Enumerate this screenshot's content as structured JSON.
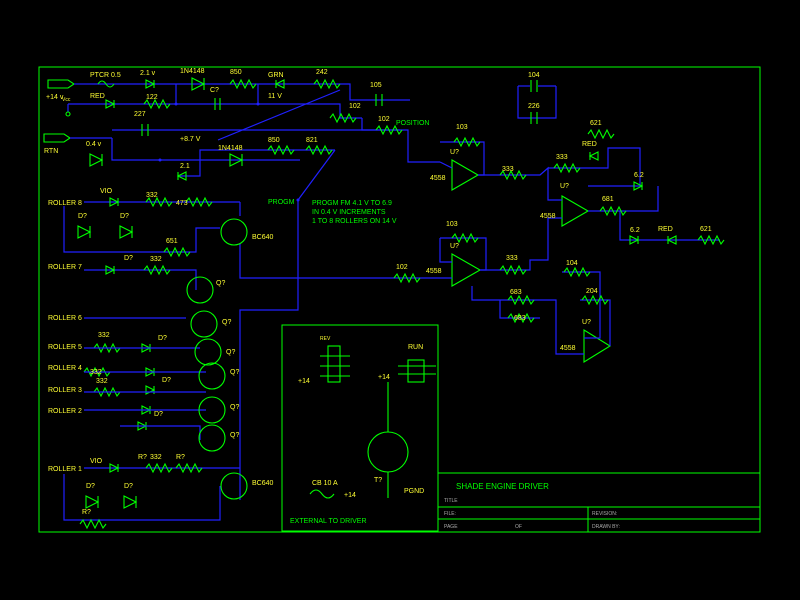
{
  "title_block": {
    "title": "SHADE ENGINE DRIVER",
    "title_caption": "TITLE",
    "file_caption": "FILE:",
    "page_caption": "PAGE",
    "of_caption": "OF",
    "revision_caption": "REVISION:",
    "drawn_by_caption": "DRAWN BY:"
  },
  "ports": {
    "supply_in": "+14 v",
    "vcc_sub": "Vcc",
    "return": "RTN"
  },
  "top_row": {
    "ptcr": "PTCR 0.5",
    "v21a": "2.1 v",
    "diode1": "1N4148",
    "r850a": "850",
    "grn": "GRN",
    "r242": "242",
    "cap105": "105",
    "red1": "RED",
    "r122": "122",
    "cq": "C?",
    "v11": "11 V",
    "r102a": "102",
    "r102b": "102",
    "position": "POSITION",
    "cap227": "227",
    "v87": "+8.7 V",
    "diode2": "1N4148",
    "r850b": "850",
    "r821": "821",
    "v04": "0.4 v",
    "v21b": "2.1"
  },
  "caps_right": {
    "cap104": "104",
    "cap226": "226"
  },
  "opamps": {
    "r103a": "103",
    "r333a": "333",
    "r333b": "333",
    "r621a": "621",
    "red2": "RED",
    "r681": "681",
    "r62a": "6.2",
    "r62b": "6.2",
    "red3": "RED",
    "r621b": "621",
    "r103b": "103",
    "r102c": "102",
    "r333c": "333",
    "r104": "104",
    "r683a": "683",
    "r683b": "683",
    "r204": "204",
    "u_label": "U?",
    "ic": "4558"
  },
  "rollers": {
    "labels": [
      "ROLLER 8",
      "ROLLER 7",
      "ROLLER 6",
      "ROLLER 5",
      "ROLLER 4",
      "ROLLER 3",
      "ROLLER 2",
      "ROLLER 1"
    ],
    "vio1": "VIO",
    "r332a": "332",
    "r473": "473",
    "r651": "651",
    "dq": "D?",
    "r332b": "332",
    "bc640a": "BC640",
    "r332c": "332",
    "r332d": "332",
    "r332e": "332",
    "qq": "Q?",
    "vio2": "VIO",
    "rq": "R?",
    "r332f": "332",
    "bc640b": "BC640"
  },
  "prog": {
    "progm": "PROGM",
    "note1": "PROGM FM 4.1 V TO 6.9",
    "note2": "IN 0.4 V INCREMENTS",
    "note3": "1 TO 8 ROLLERS ON 14 V"
  },
  "external": {
    "title": "EXTERNAL TO DRIVER",
    "run": "RUN",
    "rev": "REV",
    "p14a": "+14",
    "p14b": "+14",
    "p14c": "+14",
    "cb": "CB 10 A",
    "tq": "T?",
    "pgnd": "PGND"
  }
}
